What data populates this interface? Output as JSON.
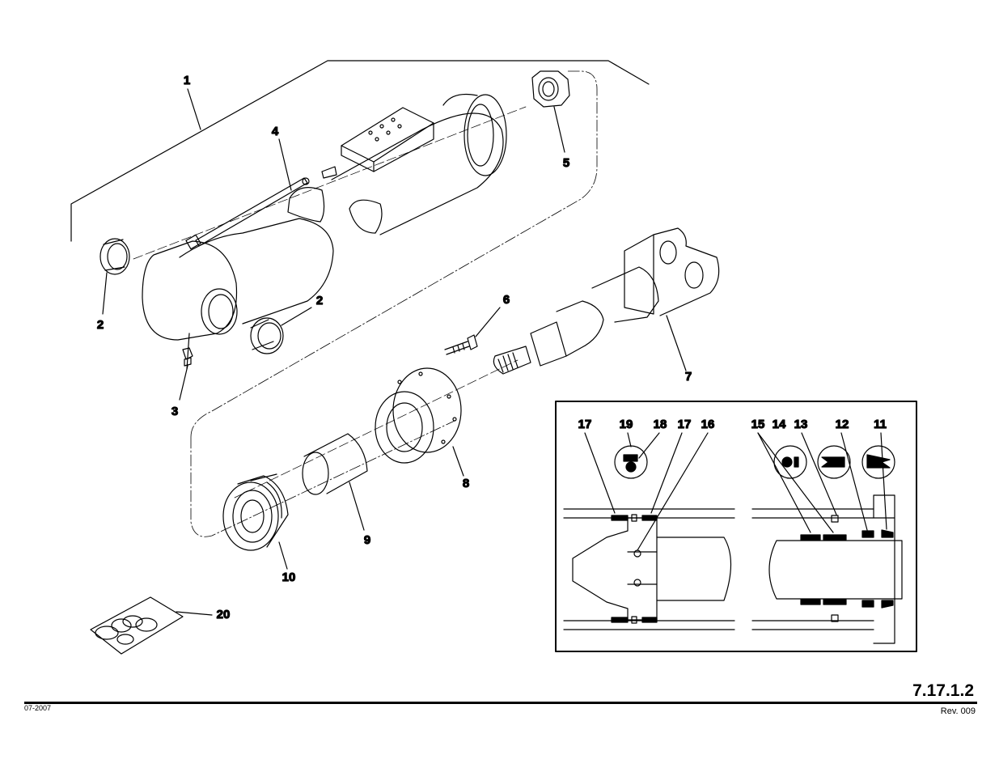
{
  "diagram": {
    "callouts": {
      "c1": "1",
      "c2a": "2",
      "c2b": "2",
      "c3": "3",
      "c4": "4",
      "c5": "5",
      "c6": "6",
      "c7": "7",
      "c8": "8",
      "c9": "9",
      "c10": "10",
      "c20": "20"
    },
    "inset_callouts": {
      "c17a": "17",
      "c19": "19",
      "c18": "18",
      "c17b": "17",
      "c16": "16",
      "c15": "15",
      "c14": "14",
      "c13": "13",
      "c12": "12",
      "c11": "11"
    }
  },
  "footer": {
    "page_number": "7.17.1.2",
    "date_code": "07-2007",
    "revision": "Rev. 009"
  }
}
